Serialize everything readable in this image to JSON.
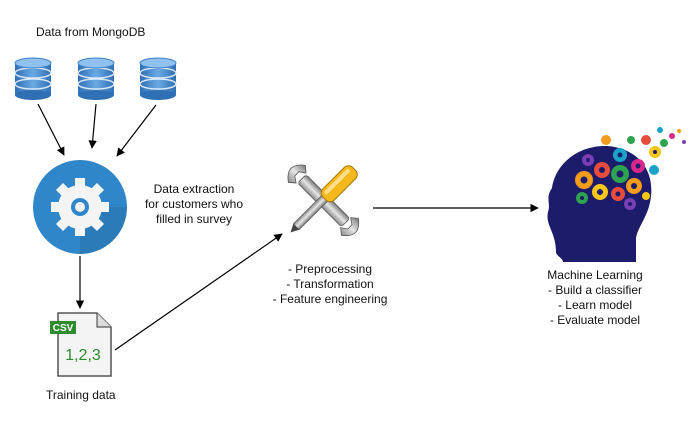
{
  "source_label": "Data from MongoDB",
  "extraction_label": [
    "Data extraction",
    "for customers who",
    "filled in survey"
  ],
  "training_label": "Training data",
  "csv_badge": "CSV",
  "csv_content": "1,2,3",
  "processing_steps": [
    "- Preprocessing",
    "- Transformation",
    "- Feature engineering"
  ],
  "ml_title": "Machine Learning",
  "ml_steps": [
    "- Build a classifier",
    "- Learn model",
    "- Evaluate model"
  ],
  "icons": {
    "database": "database-icon",
    "gear": "gear-icon",
    "csv": "csv-file-icon",
    "tools": "wrench-screwdriver-icon",
    "head": "brain-gears-head-icon"
  },
  "colors": {
    "database_blue": "#3f83c8",
    "gear_circle": "#2f86c9",
    "csv_green": "#2e8b2e",
    "screwdriver_yellow": "#f5b81c",
    "head_navy": "#1d1c6b"
  }
}
